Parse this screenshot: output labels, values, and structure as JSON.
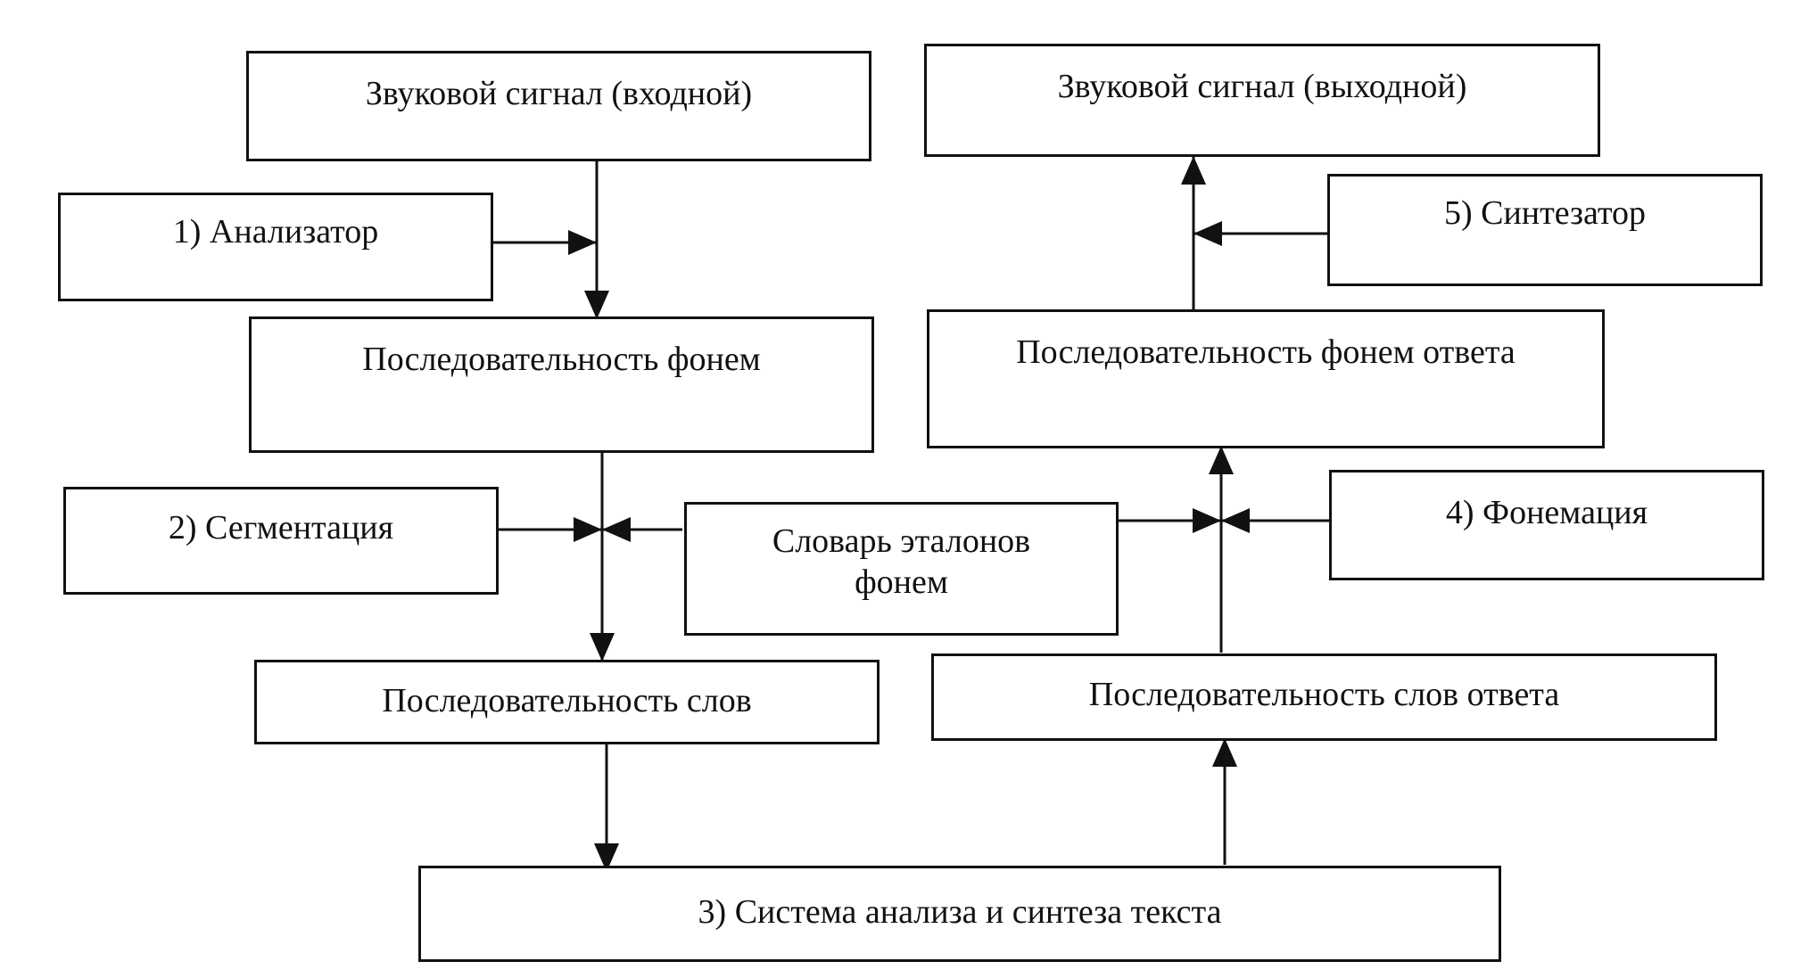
{
  "nodes": {
    "input_signal": "Звуковой сигнал (входной)",
    "output_signal": "Звуковой сигнал (выходной)",
    "analyzer": "1) Анализатор",
    "synthesizer": "5) Синтезатор",
    "phoneme_sequence": "Последовательность фонем",
    "response_phoneme_sequence": "Последовательность фонем ответа",
    "segmentation": "2) Сегментация",
    "phoneme_dictionary_line1": "Словарь эталонов",
    "phoneme_dictionary_line2": "фонем",
    "phonemation": "4) Фонемация",
    "word_sequence": "Последовательность слов",
    "response_word_sequence": "Последовательность слов ответа",
    "text_system": "3) Система анализа и синтеза текста"
  },
  "colors": {
    "stroke": "#111111",
    "background": "#ffffff"
  }
}
